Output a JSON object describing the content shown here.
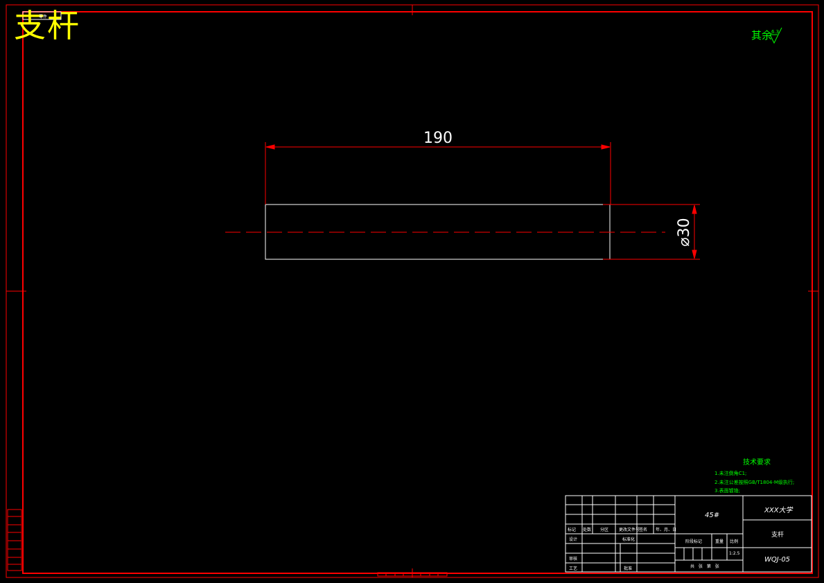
{
  "drawing": {
    "part_name": "支杆",
    "corner_tag": "零件",
    "length_dim": "190",
    "diameter_dim": "⌀30",
    "roughness_note": "其余",
    "roughness_value": "6.3"
  },
  "tech_requirements": {
    "title": "技术要求",
    "items": [
      "1.未注倒角C1;",
      "2.未注公差按照GB/T1804-M级执行;",
      "3.表面镀铬;"
    ]
  },
  "title_block": {
    "material": "45#",
    "school": "XXX大学",
    "part_name": "支杆",
    "drawing_no": "WQJ-05",
    "scale": "1:2.5",
    "sheet_info": "共  张  第  张",
    "stage_label": "阶段标记",
    "weight_label": "重量",
    "scale_label": "比例",
    "row_headers": [
      "标记",
      "处数",
      "分区",
      "更改文件号",
      "签名",
      "年、月、日"
    ],
    "design_label": "设计",
    "standard_label": "标准化",
    "review_label": "审核",
    "process_label": "工艺",
    "approve_label": "批准"
  },
  "colors": {
    "frame": "#ff0000",
    "part": "#ffffff",
    "title": "#ffff00",
    "note": "#00ff00"
  }
}
